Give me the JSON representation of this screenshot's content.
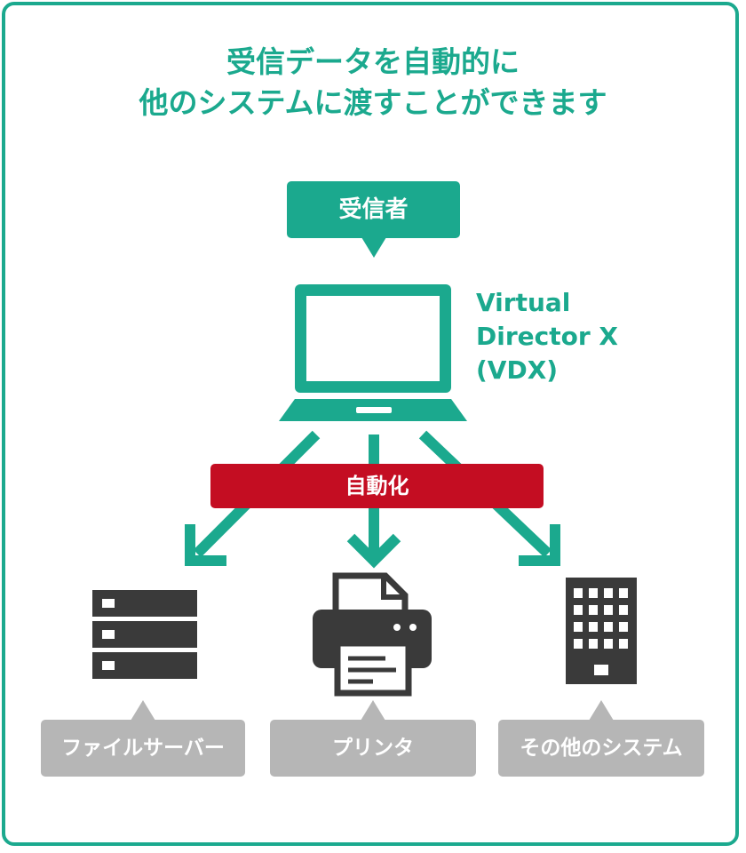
{
  "title": {
    "line1": "受信データを自動的に",
    "line2": "他のシステムに渡すことができます"
  },
  "receiver": {
    "label": "受信者"
  },
  "vdx": {
    "line1": "Virtual",
    "line2": "Director X",
    "line3": "(VDX)"
  },
  "automation": {
    "label": "自動化"
  },
  "destinations": {
    "file_server": "ファイルサーバー",
    "printer": "プリンタ",
    "other_systems": "その他のシステム"
  },
  "colors": {
    "accent": "#1ba98e",
    "automation": "#c40d22",
    "icon": "#3a3a3a",
    "label_bg": "#b6b6b6"
  }
}
